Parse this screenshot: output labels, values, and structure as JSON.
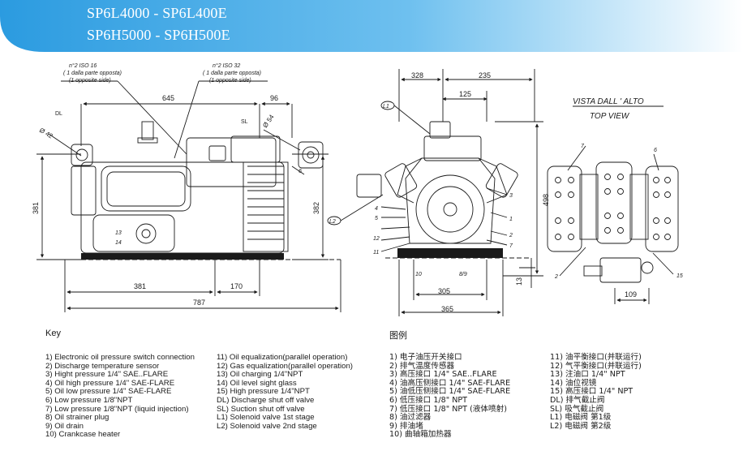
{
  "header": {
    "title_line1": "SP6L4000 - SP6L400E",
    "title_line2": "SP6H5000 - SP6H500E",
    "banner_color_left": "#2b9be0",
    "banner_color_right": "#ffffff"
  },
  "drawing": {
    "iso16_l1": "n°2  ISO 16",
    "iso16_l2": "( 1 dalla parte opposta)",
    "iso16_l3": "(1 opposite side)",
    "iso32_l1": "n°2  ISO 32",
    "iso32_l2": "( 1 dalla parte opposta)",
    "iso32_l3": "(1 opposite side)",
    "dim_645": "645",
    "dim_96": "96",
    "dim_dl": "DL",
    "dim_sl": "SL",
    "dim_42": "Ø 42",
    "dim_54": "Ø 54",
    "dim_381_vert": "381",
    "dim_382_vert": "382",
    "dim_381_h": "381",
    "dim_170": "170",
    "dim_787": "787",
    "dim_328": "328",
    "dim_235": "235",
    "dim_125": "125",
    "dim_498": "498",
    "dim_305": "305",
    "dim_365": "365",
    "dim_13": "13",
    "dim_109": "109",
    "view_label_it": "VISTA  DALL ' ALTO",
    "view_label_en": "TOP  VIEW",
    "callout_l1": "L1",
    "callout_l2": "L2",
    "c_13": "13",
    "c_14": "14",
    "c_6a": "6",
    "c_1": "1",
    "c_2": "2",
    "c_3": "3",
    "c_4": "4",
    "c_5": "5",
    "c_7": "7",
    "c_89": "8/9",
    "c_10": "10",
    "c_11": "11",
    "c_12": "12",
    "c_15": "15",
    "c_6b": "6",
    "c_7b": "7",
    "c_2b": "2"
  },
  "key": {
    "heading_en": "Key",
    "heading_cn": "图例",
    "col1": [
      "1) Electronic oil pressure switch connection",
      "2) Discharge temperature sensor",
      "3) Hight pressure 1/4\" SAE..FLARE",
      "4) Oil high pressure 1/4\" SAE-FLARE",
      "5) Oil low pressure  1/4\" SAE-FLARE",
      "6) Low pressure 1/8\"NPT",
      "7) Low pressure 1/8\"NPT (liquid injection)",
      "8) Oil strainer plug",
      "9) Oil drain",
      "10) Crankcase heater"
    ],
    "col2": [
      "11) Oil equalization(parallel operation)",
      "12) Gas equalization(parallel operation)",
      "13) Oil charging 1/4\"NPT",
      "14) Oil level sight glass",
      "15) High pressure 1/4\"NPT",
      "DL) Discharge shut off valve",
      "SL) Suction shut off valve",
      "L1) Solenoid valve 1st stage",
      "L2) Solenoid valve 2nd stage"
    ],
    "col3": [
      "1) 电子油压开关接口",
      "2) 排气温度传感器",
      "3) 高压接口 1/4\" SAE..FLARE",
      "4) 油高压侧接口 1/4\" SAE-FLARE",
      "5) 油低压侧接口 1/4\" SAE-FLARE",
      "6) 低压接口 1/8\" NPT",
      "7) 低压接口 1/8\" NPT (液体喷射)",
      "8) 油过滤器",
      "9) 排油堵",
      "10) 曲轴箱加热器"
    ],
    "col4": [
      "11) 油平衡接口(并联运行)",
      "12) 气平衡接口(并联运行)",
      "13) 注油口 1/4\" NPT",
      "14) 油位视镜",
      "15) 高压接口 1/4\" NPT",
      "DL) 排气截止阀",
      "SL) 吸气截止阀",
      "L1) 电磁阀 第1级",
      "L2) 电磁阀  第2级"
    ]
  }
}
